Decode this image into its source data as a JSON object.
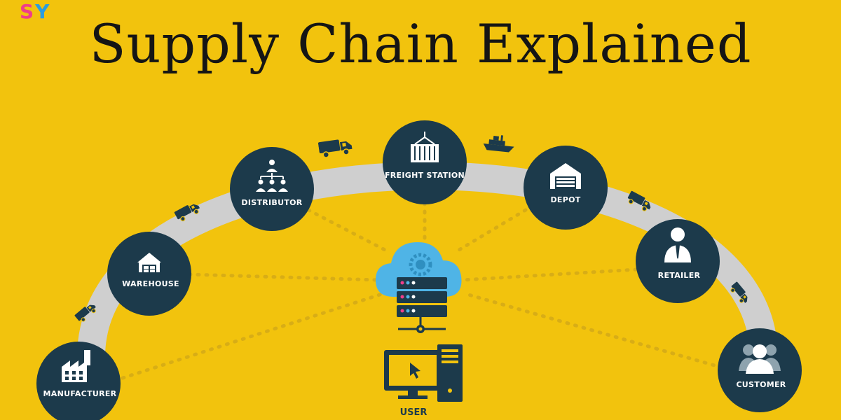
{
  "logo": {
    "letter1": "S",
    "letter2": "Y"
  },
  "title": "Supply Chain Explained",
  "nodes": [
    {
      "key": "manufacturer",
      "label": "MANUFACTURER",
      "icon": "factory-icon"
    },
    {
      "key": "warehouse",
      "label": "WAREHOUSE",
      "icon": "warehouse-icon"
    },
    {
      "key": "distributor",
      "label": "DISTRIBUTOR",
      "icon": "org-chart-icon"
    },
    {
      "key": "freight-station",
      "label": "FREIGHT STATION",
      "icon": "container-crane-icon"
    },
    {
      "key": "depot",
      "label": "DEPOT",
      "icon": "garage-icon"
    },
    {
      "key": "retailer",
      "label": "RETAILER",
      "icon": "businessman-icon"
    },
    {
      "key": "customer",
      "label": "CUSTOMER",
      "icon": "users-icon"
    }
  ],
  "center": {
    "icon": "cloud-server-icon"
  },
  "user": {
    "label": "USER",
    "icon": "computer-icon"
  },
  "vehicles": [
    "truck-icon",
    "truck-icon",
    "truck-icon",
    "ship-icon",
    "truck-icon",
    "truck-icon"
  ],
  "colors": {
    "background": "#f2c30d",
    "node": "#1c3a4b",
    "arc": "#cfcfcf",
    "cloud": "#4fb4e6",
    "title": "#151515"
  }
}
